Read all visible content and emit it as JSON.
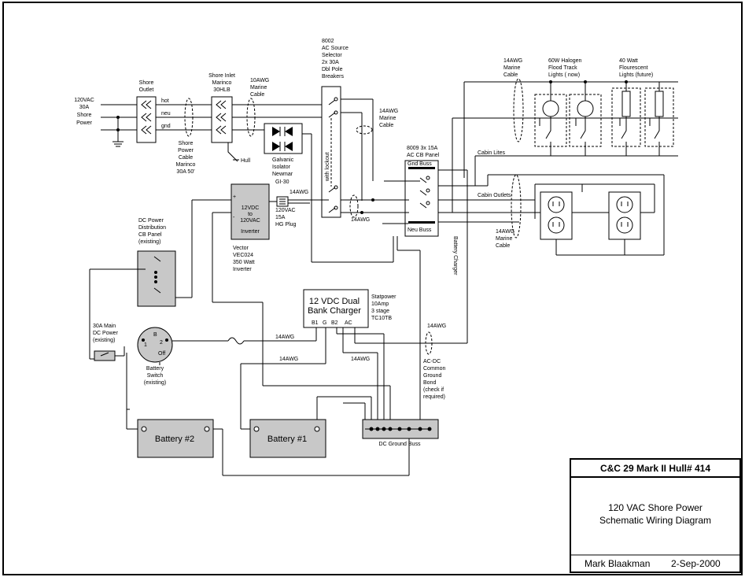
{
  "shore": {
    "power": [
      "120VAC",
      "30A",
      "Shore",
      "Power"
    ],
    "outlet": [
      "Shore",
      "Outlet"
    ],
    "inlet": [
      "Shore Inlet",
      "Marinco",
      "30HLB"
    ],
    "cable": [
      "Shore",
      "Power",
      "Cable",
      "Marinco",
      "30A 50'"
    ],
    "hot": "hot",
    "neu": "neu",
    "gnd": "gnd",
    "hull": "Hull"
  },
  "marine_cable_10": [
    "10AWG",
    "Marine",
    "Cable"
  ],
  "galvanic": [
    "Galvanic",
    "Isolator",
    "Newmar",
    "GI-30"
  ],
  "selector": [
    "8002",
    "AC Source",
    "Selector",
    "2x 30A",
    "Dbl Pole",
    "Breakers"
  ],
  "interlock": "with lockout",
  "marine_cable_14a": [
    "14AWG",
    "Marine",
    "Cable"
  ],
  "marine_cable_14b": [
    "14AWG",
    "Marine",
    "Cable"
  ],
  "marine_cable_14c": [
    "14AWG",
    "Marine",
    "Cable"
  ],
  "awg14": "14AWG",
  "inverter": {
    "label": [
      "12VDC",
      "to",
      "120VAC",
      "Inverter"
    ],
    "desc": [
      "Vector",
      "VEC024",
      "350 Watt",
      "Inverter"
    ],
    "plug": [
      "120VAC",
      "15A",
      "HG Plug"
    ]
  },
  "ac_panel": {
    "title": [
      "8009 3x 15A",
      "AC CB Panel"
    ],
    "gnd_buss": "Gnd Buss",
    "neu_buss": "Neu Buss"
  },
  "lights": {
    "halogen": [
      "60W Halogen",
      "Flood Track",
      "Lights ( now)"
    ],
    "fluor": [
      "40 Watt",
      "Flourescent",
      "Lights (future)"
    ]
  },
  "cabin_lites": "Cabin Lites",
  "cabin_outlets": "Cabin Outlets",
  "battery_charger_label": "Battery Charger",
  "dc_panel": [
    "DC Power",
    "Distribution",
    "CB Panel",
    "(existing)"
  ],
  "dc_main": [
    "30A Main",
    "DC Power",
    "(existing)"
  ],
  "switch": {
    "label": [
      "Battery",
      "Switch",
      "(existing)"
    ],
    "b": "B",
    "one": "1",
    "two": "2",
    "off": "Off"
  },
  "charger": {
    "title": [
      "12 VDC Dual",
      "Bank Charger"
    ],
    "terms": [
      "B1",
      "G",
      "B2",
      "AC"
    ],
    "desc": [
      "Statpower",
      "10Amp",
      "3 stage",
      "TC10TB"
    ]
  },
  "ground_bond": [
    "AC-DC",
    "Common",
    "Ground",
    "Bond",
    "(check if",
    "required)"
  ],
  "battery2": "Battery #2",
  "battery1": "Battery #1",
  "dc_ground": "DC Ground Buss",
  "title_block": {
    "heading": "C&C 29 Mark II Hull# 414",
    "line1": "120 VAC Shore Power",
    "line2": "Schematic Wiring Diagram",
    "author": "Mark Blaakman",
    "date": "2-Sep-2000"
  }
}
